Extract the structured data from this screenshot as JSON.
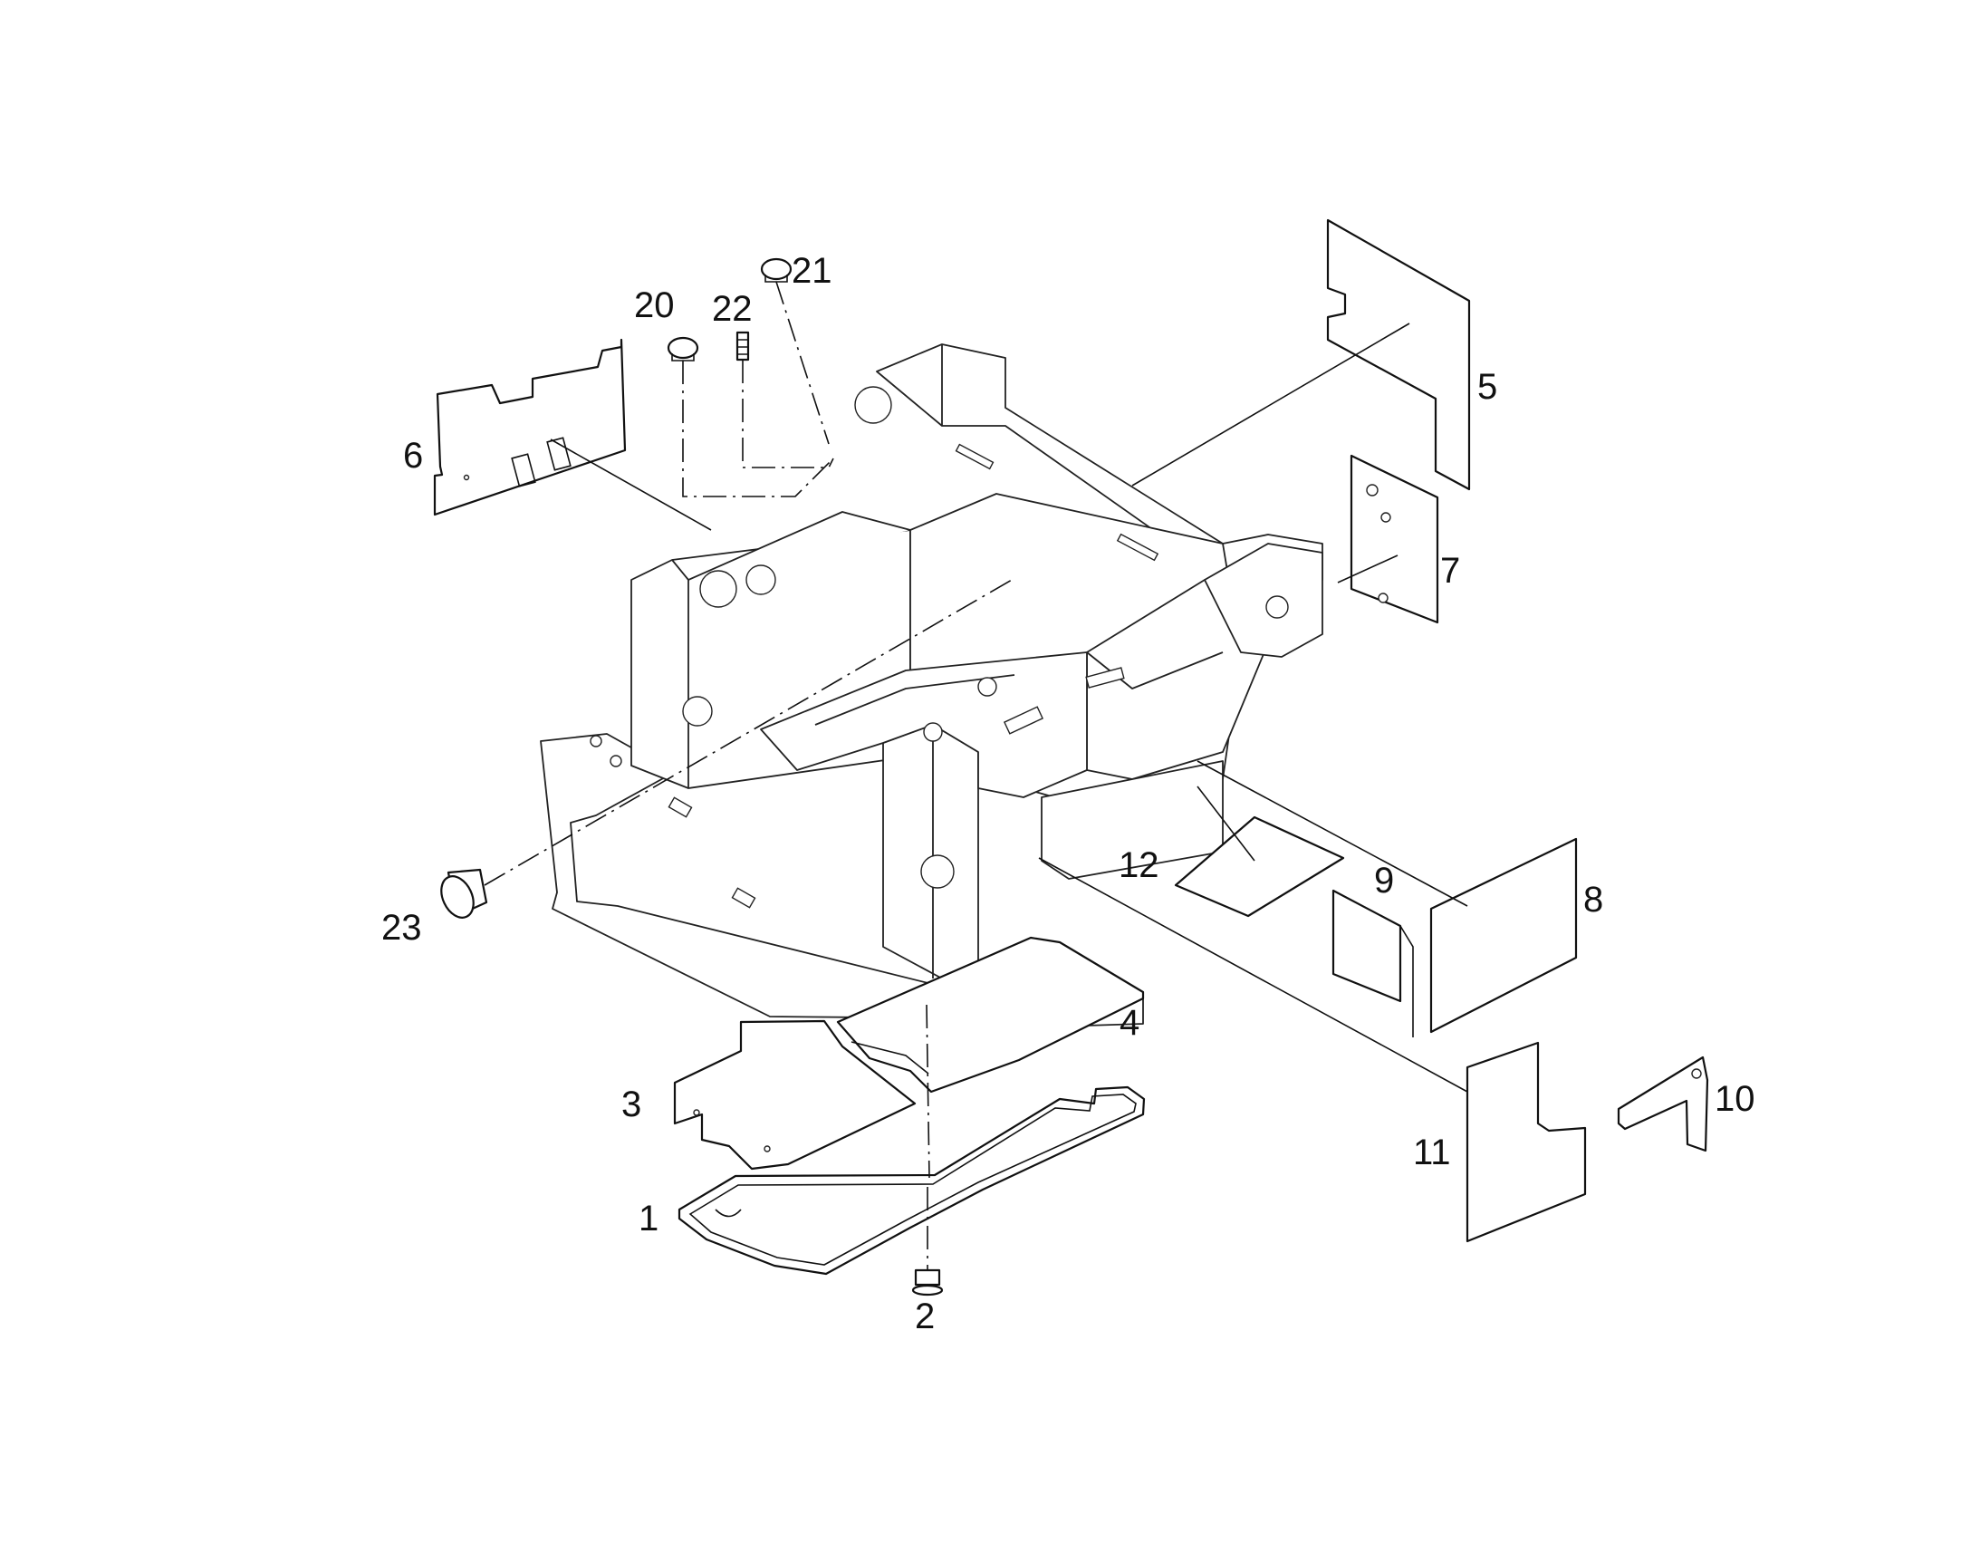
{
  "diagram": {
    "callouts": [
      {
        "id": "1",
        "label": "1"
      },
      {
        "id": "2",
        "label": "2"
      },
      {
        "id": "3",
        "label": "3"
      },
      {
        "id": "4",
        "label": "4"
      },
      {
        "id": "5",
        "label": "5"
      },
      {
        "id": "6",
        "label": "6"
      },
      {
        "id": "7",
        "label": "7"
      },
      {
        "id": "8",
        "label": "8"
      },
      {
        "id": "9",
        "label": "9"
      },
      {
        "id": "10",
        "label": "10"
      },
      {
        "id": "11",
        "label": "11"
      },
      {
        "id": "12",
        "label": "12"
      },
      {
        "id": "20",
        "label": "20"
      },
      {
        "id": "21",
        "label": "21"
      },
      {
        "id": "22",
        "label": "22"
      },
      {
        "id": "23",
        "label": "23"
      }
    ]
  }
}
